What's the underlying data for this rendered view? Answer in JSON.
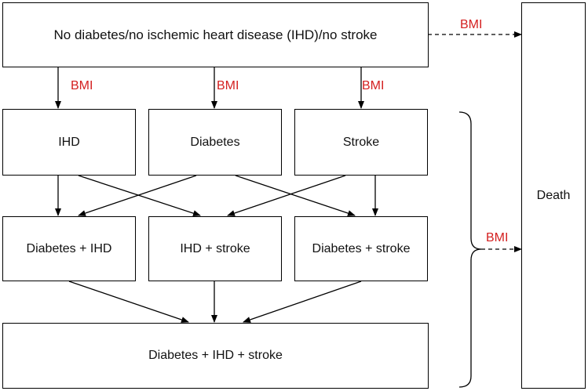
{
  "nodes": {
    "top": "No diabetes/no ischemic heart disease (IHD)/no stroke",
    "ihd": "IHD",
    "diabetes": "Diabetes",
    "stroke": "Stroke",
    "diabetes_ihd": "Diabetes + IHD",
    "ihd_stroke": "IHD + stroke",
    "diabetes_stroke": "Diabetes + stroke",
    "all_three": "Diabetes + IHD + stroke",
    "death": "Death"
  },
  "edge_labels": {
    "top_to_death": "BMI",
    "top_to_ihd": "BMI",
    "top_to_diabetes": "BMI",
    "top_to_stroke": "BMI",
    "group_to_death": "BMI"
  },
  "colors": {
    "label": "#d42020",
    "line": "#000000"
  }
}
